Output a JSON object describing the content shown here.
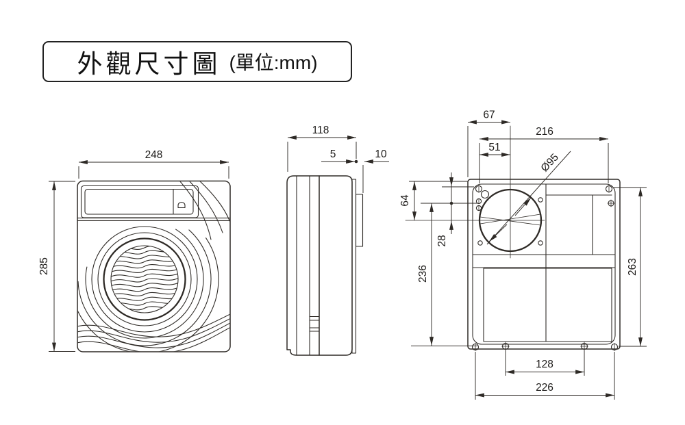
{
  "title": {
    "main": "外觀尺寸圖",
    "unit": "(單位:mm)"
  },
  "colors": {
    "line": "#2e2a26",
    "text": "#1d1b19",
    "background": "#ffffff"
  },
  "views": {
    "front": {
      "width": "248",
      "height": "285"
    },
    "side": {
      "depth": "118",
      "lip": "5",
      "flange": "10"
    },
    "back": {
      "top_offset": "67",
      "mount_span": "216",
      "center_offset": "51",
      "duct_diameter": "Ø95",
      "top_to_center": "64",
      "key_to_center": "28",
      "key_to_bottom": "236",
      "mount_height": "263",
      "bottom_hole_span": "128",
      "bottom_width": "226"
    }
  }
}
